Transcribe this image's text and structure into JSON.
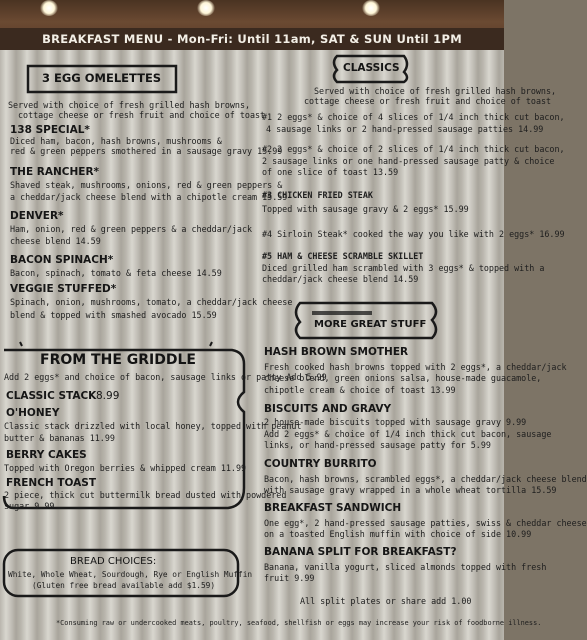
{
  "header": {
    "title": "BREAKFAST MENU - Mon-Fri: Until 11am, SAT & SUN Until 1PM"
  },
  "omelettes": {
    "title": "3 EGG OMELETTES",
    "intro": [
      "Served with choice of fresh grilled hash browns,",
      "cottage cheese or fresh fruit and choice of toast"
    ],
    "items": [
      {
        "name": "138 SPECIAL*",
        "lines": [
          "Diced ham, bacon, hash browns, mushrooms &",
          "red & green peppers smothered in a sausage gravy  15.99"
        ]
      },
      {
        "name": "THE RANCHER*",
        "lines": [
          "Shaved steak, mushrooms, onions, red & green peppers &",
          "a cheddar/jack cheese blend with a chipotle cream  15.59"
        ]
      },
      {
        "name": "DENVER*",
        "lines": [
          "Ham, onion, red & green peppers & a cheddar/jack",
          "cheese blend  14.59"
        ]
      },
      {
        "name": "BACON SPINACH*",
        "lines": [
          "Bacon, spinach, tomato & feta cheese  14.59"
        ]
      },
      {
        "name": "VEGGIE STUFFED*",
        "lines": [
          "Spinach, onion, mushrooms, tomato, a cheddar/jack cheese",
          "blend & topped with smashed avocado  15.59"
        ]
      }
    ]
  },
  "classics": {
    "title": "CLASSICS",
    "intro": [
      "Served with choice of fresh grilled hash browns,",
      "cottage cheese or fresh fruit and choice of toast"
    ],
    "items": [
      {
        "lines": [
          "#1 2 eggs* & choice of 4 slices of 1/4 inch thick cut bacon,",
          "4 sausage links or 2 hand-pressed sausage patties  14.99"
        ]
      },
      {
        "lines": [
          "#2 2 eggs* & choice of 2 slices of 1/4 inch thick cut bacon,",
          "2 sausage links or one hand-pressed sausage patty & choice",
          "of one slice of toast  13.59"
        ]
      },
      {
        "lines": [
          "#3 CHICKEN FRIED STEAK",
          "Topped with sausage gravy & 2 eggs*  15.99"
        ]
      },
      {
        "lines": [
          "#4 Sirloin Steak* cooked the way you like with 2 eggs*  16.99"
        ]
      },
      {
        "lines": [
          "#5 HAM & CHEESE SCRAMBLE SKILLET",
          "Diced grilled ham scrambled with 3 eggs* & topped with a",
          "cheddar/jack cheese blend  14.59"
        ]
      }
    ]
  },
  "griddle": {
    "title": "FROM THE GRIDDLE",
    "intro": "Add 2 eggs* and choice of bacon, sausage links or patty Add 5.99",
    "items": [
      {
        "name": "CLASSIC STACK",
        "price": "8.99",
        "lines": []
      },
      {
        "name": "O'HONEY",
        "lines": [
          "Classic stack drizzled with local honey, topped with peanut",
          "butter & bananas  11.99"
        ]
      },
      {
        "name": "BERRY CAKES",
        "lines": [
          "Topped with Oregon berries & whipped cream  11.99"
        ]
      },
      {
        "name": "FRENCH TOAST",
        "lines": [
          "2 piece, thick cut buttermilk bread dusted with powdered",
          "sugar  9.99"
        ]
      }
    ]
  },
  "bread": {
    "title": "BREAD CHOICES:",
    "lines": [
      "White, Whole Wheat, Sourdough, Rye or English Muffin",
      "(Gluten free bread available add $1.59)"
    ]
  },
  "more": {
    "title": "MORE GREAT STUFF",
    "items": [
      {
        "name": "HASH BROWN SMOTHER",
        "lines": [
          "Fresh cooked hash browns topped with 2 eggs*, a cheddar/jack",
          "cheese blend, green onions salsa, house-made guacamole,",
          "chipotle cream & choice of toast  13.99"
        ]
      },
      {
        "name": "BISCUITS AND GRAVY",
        "lines": [
          "2 house-made biscuits topped with sausage gravy  9.99",
          "Add 2 eggs* & choice of 1/4 inch thick cut bacon, sausage",
          "links, or hand-pressed sausage patty for 5.99"
        ]
      },
      {
        "name": "COUNTRY BURRITO",
        "lines": [
          "Bacon, hash browns, scrambled eggs*, a cheddar/jack cheese blend",
          "with sausage gravy wrapped in a whole wheat tortilla  15.59"
        ]
      },
      {
        "name": "BREAKFAST SANDWICH",
        "lines": [
          "One egg*, 2 hand-pressed sausage patties, swiss & cheddar cheese",
          "on a toasted English muffin with choice of side  10.99"
        ]
      },
      {
        "name": "BANANA SPLIT FOR BREAKFAST?",
        "lines": [
          "Banana, vanilla yogurt, sliced almonds topped with fresh",
          "fruit  9.99"
        ]
      }
    ],
    "split_note": "All split plates or share add 1.00"
  },
  "footer": {
    "warning": "*Consuming raw or undercooked meats, poultry, seafood, shellfish or eggs may increase your risk of foodborne illness."
  }
}
